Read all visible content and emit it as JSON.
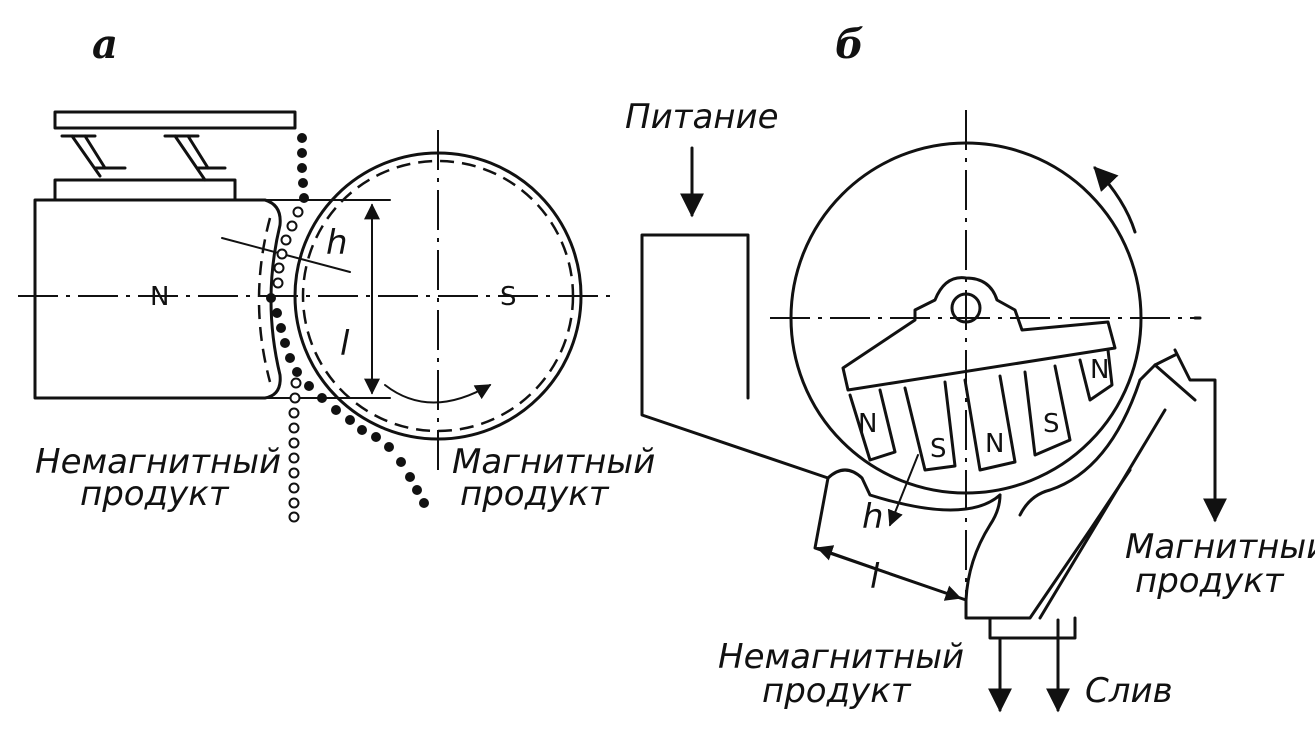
{
  "panel_a": {
    "label": "а",
    "pole_n": "N",
    "pole_s": "S",
    "dim_h": "h",
    "dim_l": "l",
    "nonmag_line1": "Немагнитный",
    "nonmag_line2": "продукт",
    "mag_line1": "Магнитный",
    "mag_line2": "продукт"
  },
  "panel_b": {
    "label": "б",
    "feed": "Питание",
    "dim_h": "h",
    "dim_l": "l",
    "mag_line1": "Магнитный",
    "mag_line2": "продукт",
    "nonmag_line1": "Немагнитный",
    "nonmag_line2": "продукт",
    "drain": "Слив",
    "magnets": [
      "N",
      "S",
      "N",
      "S",
      "N"
    ]
  }
}
